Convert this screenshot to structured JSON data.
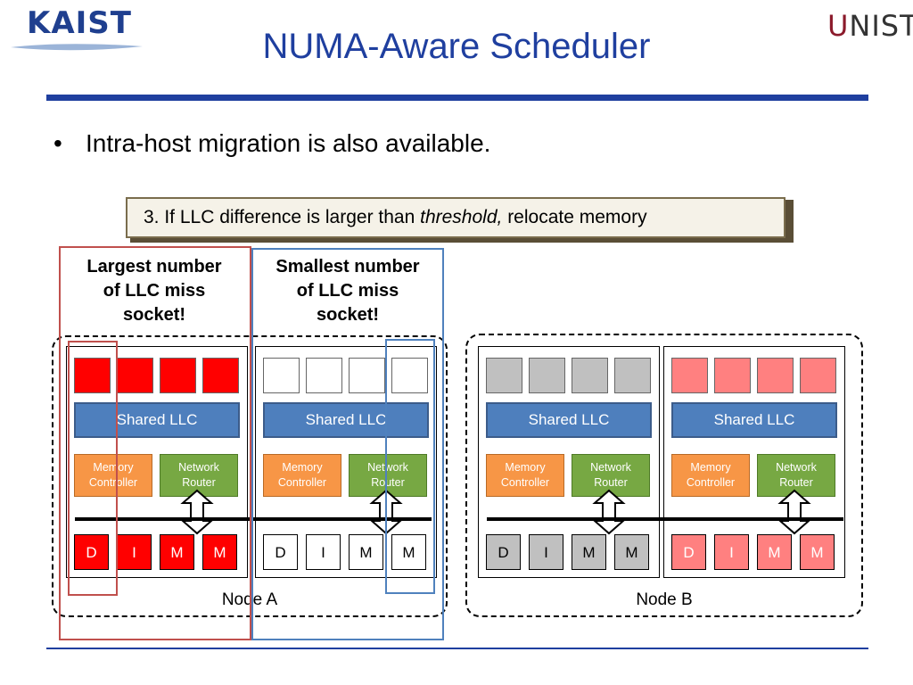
{
  "header": {
    "kaist_logo": "KAIST",
    "unist_logo_u": "U",
    "unist_logo_rest": "NIST",
    "title": "NUMA-Aware Scheduler"
  },
  "bullet": {
    "marker": "•",
    "text": "Intra-host migration is also available."
  },
  "callout": {
    "prefix": "3. If LLC difference is larger than ",
    "italic": "threshold,",
    "suffix": " relocate memory"
  },
  "labels": {
    "largest": [
      "Largest number",
      "of LLC miss",
      "socket!"
    ],
    "smallest": [
      "Smallest number",
      "of LLC miss",
      "socket!"
    ]
  },
  "component_labels": {
    "llc": "Shared LLC",
    "memory_controller": [
      "Memory",
      "Controller"
    ],
    "network_router": [
      "Network",
      "Router"
    ],
    "dimm": [
      "D",
      "I",
      "M",
      "M"
    ]
  },
  "nodes": [
    {
      "name": "Node A",
      "sockets": [
        {
          "fill": "#ff0000",
          "dimm_text_color": "#ffffff"
        },
        {
          "fill": "#ffffff",
          "dimm_text_color": "#000000"
        }
      ]
    },
    {
      "name": "Node B",
      "sockets": [
        {
          "fill": "#c0c0c0",
          "dimm_text_color": "#000000"
        },
        {
          "fill": "#ff8080",
          "dimm_text_color": "#ffffff"
        }
      ]
    }
  ],
  "colors": {
    "title_blue": "#1f3f9f",
    "llc_blue": "#4e7fbd",
    "memory_controller_orange": "#f79646",
    "network_router_green": "#77a843",
    "highlight_red": "#c0504d",
    "highlight_blue": "#4f81bd"
  }
}
